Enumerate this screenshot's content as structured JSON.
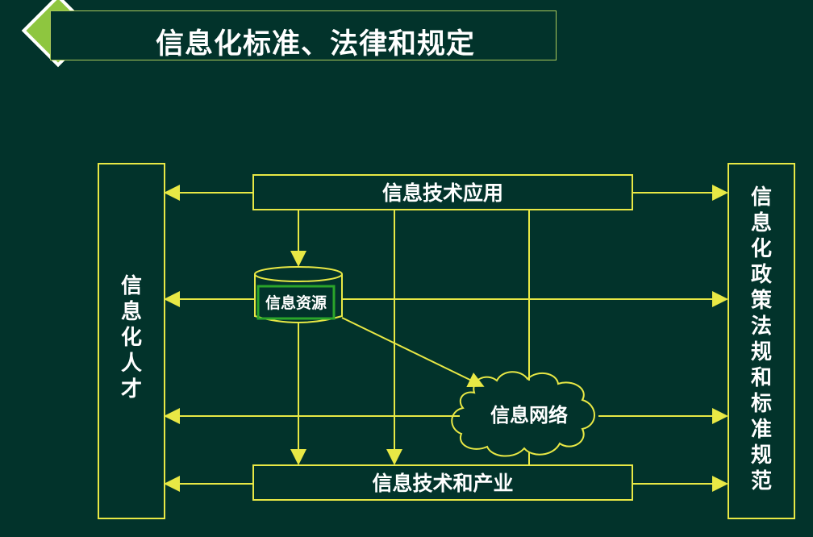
{
  "title": "信息化标准、法律和规定",
  "nodes": {
    "it_application": "信息技术应用",
    "info_resources": "信息资源",
    "info_network": "信息网络",
    "it_industry": "信息技术和产业",
    "info_talent": "信息化人才",
    "policy_standards": "信息化政策法规和标准规范"
  },
  "colors": {
    "background": "#02332b",
    "line": "#e8e845",
    "accent_green": "#8ec63f",
    "title_border": "#a9c85a",
    "resource_highlight": "#2aa52a",
    "text": "#ffffff"
  },
  "icons": {
    "title_marker": "diamond-icon"
  }
}
